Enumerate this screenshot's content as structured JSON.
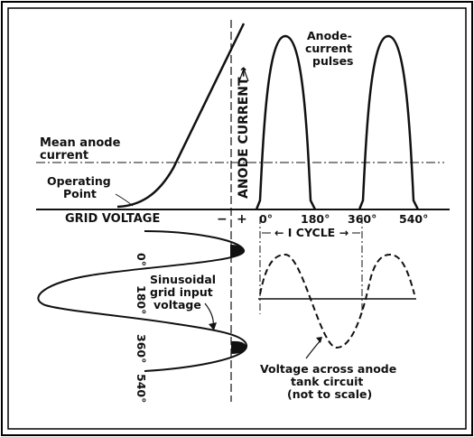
{
  "labels": {
    "mean_anode_current_line1": "Mean anode",
    "mean_anode_current_line2": "current",
    "operating_point_line1": "Operating",
    "operating_point_line2": "Point",
    "grid_voltage": "GRID VOLTAGE",
    "minus": "−",
    "plus": "+",
    "anode_current_axis": "ANODE CURRENT→",
    "pulses_line1": "Anode-",
    "pulses_line2": "current",
    "pulses_line3": "pulses",
    "deg_0": "0°",
    "deg_180": "180°",
    "deg_360": "360°",
    "deg_540": "540°",
    "one_cycle": "← I CYCLE →",
    "grid_deg_0": "0°",
    "grid_deg_180": "180°",
    "grid_deg_360": "360°",
    "grid_deg_540": "540°",
    "grid_input_line1": "Sinusoidal",
    "grid_input_line2": "grid input",
    "grid_input_line3": "voltage",
    "tank_line1": "Voltage across anode",
    "tank_line2": "tank circuit",
    "tank_line3": "(not to scale)"
  },
  "colors": {
    "ink": "#111111",
    "background": "#ffffff",
    "frame": "#000000"
  }
}
